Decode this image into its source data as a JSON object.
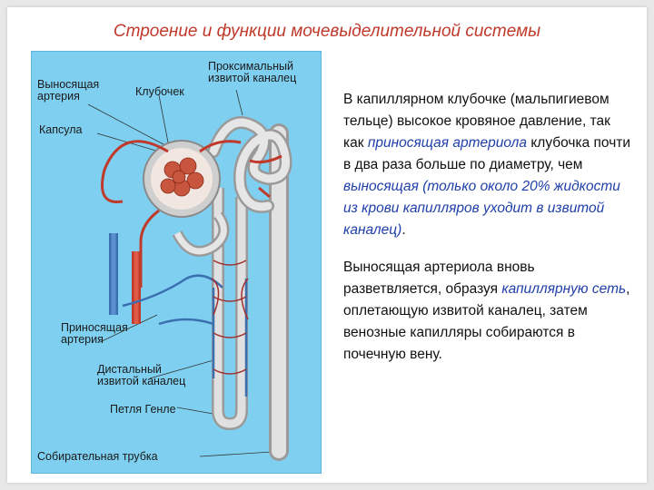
{
  "slide": {
    "title": "Строение и функции мочевыделительной системы"
  },
  "figure": {
    "labels": {
      "efferent_artery": "Выносящая\nартерия",
      "glomerulus": "Клубочек",
      "proximal_tubule": "Проксимальный\nизвитой каналец",
      "capsule": "Капсула",
      "afferent_artery": "Приносящая\nартерия",
      "distal_tubule": "Дистальный\nизвитой каналец",
      "henle_loop": "Петля Генле",
      "collecting_duct": "Собирательная трубка"
    }
  },
  "text": {
    "p1": {
      "a": "В капиллярном клубочке (мальпигиевом тельце) высокое кровяное давление, так как ",
      "b": "приносящая артериола",
      "c": " клубочка почти в два раза больше по диаметру, чем ",
      "d": "выносящая (только около 20% жидкости из крови капилляров уходит в извитой каналец)",
      "e": "."
    },
    "p2": {
      "a": "Выносящая артериола вновь разветвляется, образуя ",
      "b": "капиллярную сеть",
      "c": ", оплетающую извитой каналец, затем венозные капилляры собираются в почечную вену."
    }
  },
  "colors": {
    "title": "#c0392b",
    "highlight": "#1f3fa8",
    "figure_background": "#7fd0f0",
    "artery": "#c0392b",
    "vein": "#3a6fb0",
    "tubule": "#d8d8d8"
  }
}
